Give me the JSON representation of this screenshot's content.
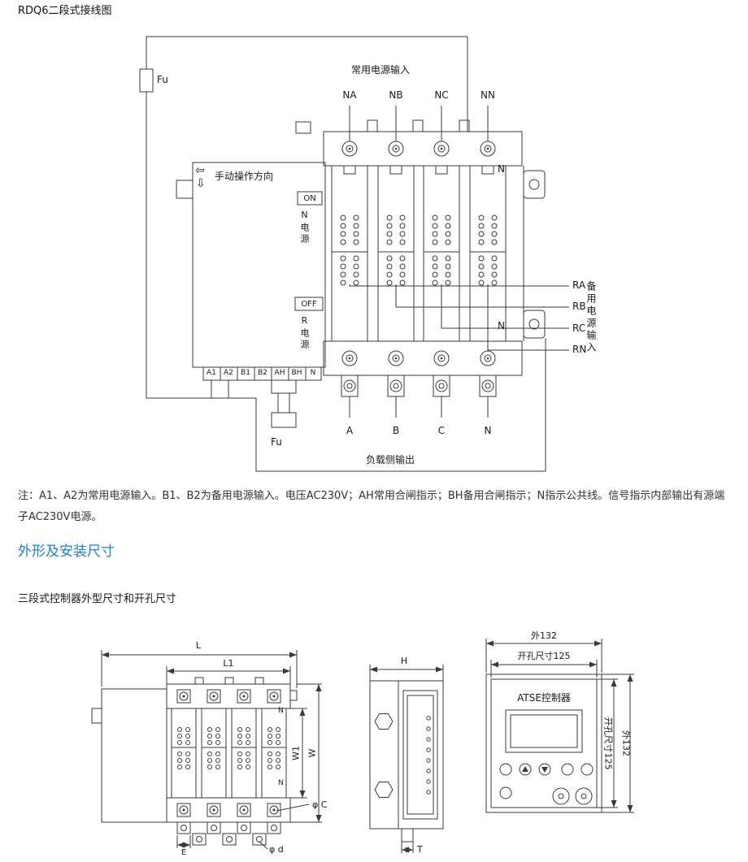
{
  "page": {
    "title": "RDQ6二段式接线图",
    "note": "注：A1、A2为常用电源输入。B1、B2为备用电源输入。电压AC230V；AH常用合闸指示；BH备用合闸指示；N指示公共线。信号指示内部输出有源端子AC230V电源。",
    "section_heading": "外形及安装尺寸",
    "subtitle": "三段式控制器外型尺寸和开孔尺寸"
  },
  "colors": {
    "heading_blue": "#1e82c8",
    "line": "#3a3a3a"
  },
  "wiring": {
    "fuse_top": "Fu",
    "fuse_bottom": "Fu",
    "mains_label": "常用电源输入",
    "mains_terminals": [
      "NA",
      "NB",
      "NC",
      "NN"
    ],
    "manual_label": "手动操作方向",
    "arrow_left": "⇦",
    "arrow_down": "⇩",
    "on_label": "ON",
    "off_label": "OFF",
    "n_power_label": "N电源",
    "r_power_label": "R电源",
    "terminal_strip": [
      "A1",
      "A2",
      "B1",
      "B2",
      "AH",
      "BH",
      "N"
    ],
    "neutral_top": "N",
    "neutral_bottom": "N",
    "backup_terminals": [
      "RA",
      "RB",
      "RC",
      "RN"
    ],
    "backup_label": "备用电源输入",
    "load_terminals": [
      "A",
      "B",
      "C",
      "N"
    ],
    "load_label": "负载侧输出"
  },
  "drawings": {
    "front": {
      "dim_L": "L",
      "dim_L1": "L1",
      "dim_W1": "W1",
      "dim_W": "W",
      "dim_phiC": "φ C",
      "dim_phid": "φ d",
      "dim_E": "E",
      "neutral_top": "N",
      "neutral_bottom": "N"
    },
    "side": {
      "dim_H": "H",
      "dim_T": "T"
    },
    "panel": {
      "title": "ATSE控制器",
      "dim_outer_top": "外132",
      "dim_hole_top": "开孔尺寸125",
      "dim_hole_right": "开孔尺寸125",
      "dim_outer_right": "外132"
    }
  }
}
